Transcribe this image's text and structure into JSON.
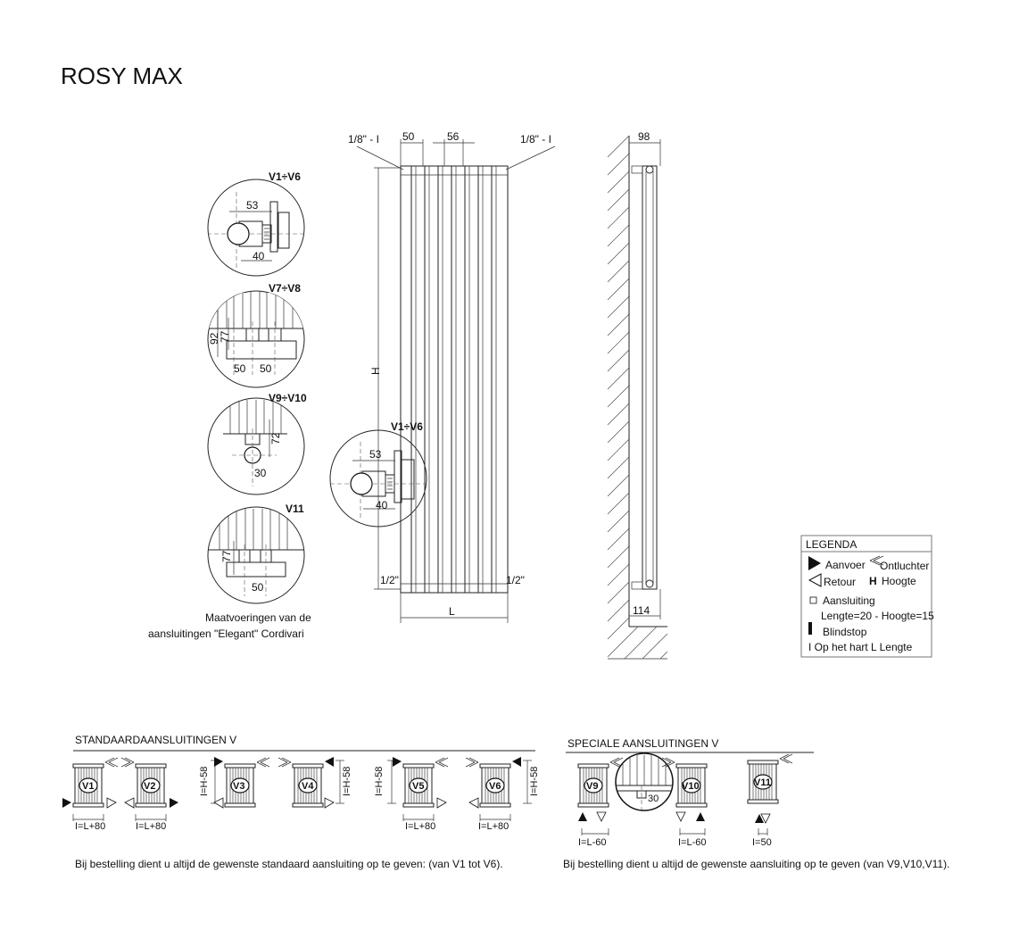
{
  "title": "ROSY MAX",
  "front_view": {
    "top_left_thread": "1/8\" - I",
    "top_right_thread": "1/8\" - I",
    "dim_top_50": "50",
    "dim_top_56": "56",
    "height_label": "H",
    "bottom_left_thread": "1/2\"",
    "bottom_right_thread": "1/2\"",
    "length_label": "L",
    "inset_label": "V1÷V6",
    "inset_dim_53": "53",
    "inset_dim_40": "40"
  },
  "side_view": {
    "depth_top": "98",
    "depth_bottom": "114"
  },
  "details": {
    "v1v6": {
      "title": "V1÷V6",
      "dim_a": "53",
      "dim_b": "40"
    },
    "v7v8": {
      "title": "V7÷V8",
      "dim_92": "92",
      "dim_77": "77",
      "dim_50a": "50",
      "dim_50b": "50"
    },
    "v9v10": {
      "title": "V9÷V10",
      "dim_72": "72",
      "dim_30": "30"
    },
    "v11": {
      "title": "V11",
      "dim_77": "77",
      "dim_50": "50"
    },
    "caption_line1": "Maatvoeringen van de",
    "caption_line2": "aansluitingen \"Elegant\" Cordivari"
  },
  "legend": {
    "title": "LEGENDA",
    "aanvoer": "Aanvoer",
    "ontluchter": "Ontluchter",
    "retour": "Retour",
    "hoogte_letter": "H",
    "hoogte": "Hoogte",
    "aansluiting": "Aansluiting",
    "lengte_hoogte": "Lengte=20 - Hoogte=15",
    "blindstop": "Blindstop",
    "hart_lengte": "I Op het hart  L Lengte"
  },
  "standard": {
    "title": "STANDAARDAANSLUITINGEN V",
    "items": [
      {
        "label": "V1",
        "dim": "I=L+80"
      },
      {
        "label": "V2",
        "dim": "I=L+80"
      },
      {
        "label": "V3",
        "side_dim": "I=H-58"
      },
      {
        "label": "V4",
        "side_dim": "I=H-58"
      },
      {
        "label": "V5",
        "dim": "I=L+80",
        "side_dim": "I=H-58"
      },
      {
        "label": "V6",
        "dim": "I=L+80",
        "side_dim": "I=H-58"
      }
    ],
    "note": "Bij bestelling dient u altijd de gewenste standaard aansluiting op te geven: (van V1 tot V6)."
  },
  "special": {
    "title": "SPECIALE AANSLUITINGEN V",
    "items": [
      {
        "label": "V9",
        "dim": "I=L-60"
      },
      {
        "label": "V10",
        "dim": "I=L-60"
      },
      {
        "label": "V11",
        "dim": "I=50"
      }
    ],
    "detail_dim": "30",
    "note": "Bij bestelling dient u altijd de gewenste aansluiting op te geven (van V9,V10,V11)."
  }
}
